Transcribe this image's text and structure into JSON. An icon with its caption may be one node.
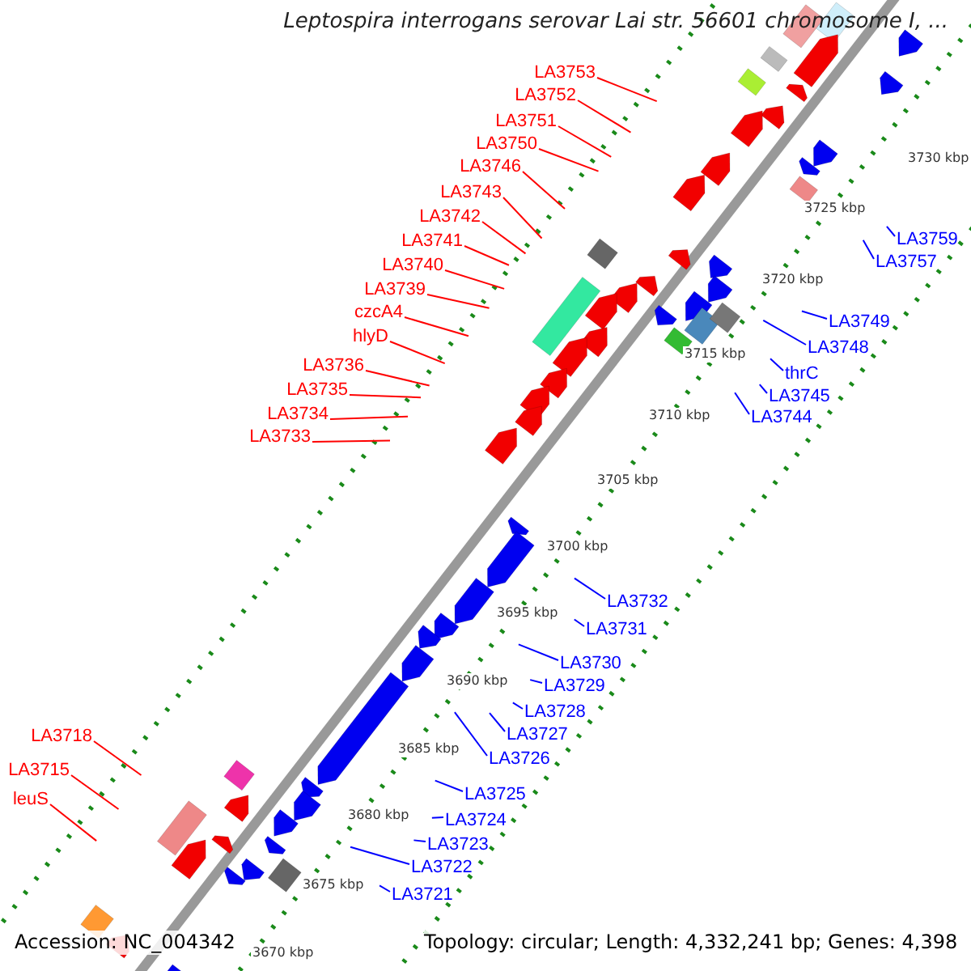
{
  "diagram": {
    "title": "Leptospira interrogans serovar Lai str. 56601 chromosome I, ...",
    "nodes": [
      {
        "text": [
          "LA3753"
        ]
      },
      {
        "text": [
          "LA3752"
        ]
      },
      {
        "text": [
          "LA3751"
        ]
      },
      {
        "text": [
          "LA3750"
        ]
      },
      {
        "text": [
          "LA3746"
        ]
      },
      {
        "text": [
          "LA3743"
        ]
      },
      {
        "text": [
          "LA3742"
        ]
      },
      {
        "text": [
          "LA3741"
        ]
      },
      {
        "text": [
          "LA3740"
        ]
      },
      {
        "text": [
          "LA3739"
        ]
      },
      {
        "text": [
          "czcA4"
        ]
      },
      {
        "text": [
          "hlyD"
        ]
      },
      {
        "text": [
          "LA3736"
        ]
      },
      {
        "text": [
          "LA3735"
        ]
      },
      {
        "text": [
          "LA3734"
        ]
      },
      {
        "text": [
          "LA3733"
        ]
      },
      {
        "text": [
          "LA3718"
        ]
      },
      {
        "text": [
          "LA3715"
        ]
      },
      {
        "text": [
          "leuS"
        ]
      },
      {
        "text": [
          "LA3759"
        ]
      },
      {
        "text": [
          "LA3757"
        ]
      },
      {
        "text": [
          "LA3749"
        ]
      },
      {
        "text": [
          "LA3748"
        ]
      },
      {
        "text": [
          "thrC"
        ]
      },
      {
        "text": [
          "LA3745"
        ]
      },
      {
        "text": [
          "LA3744"
        ]
      },
      {
        "text": [
          "LA3732"
        ]
      },
      {
        "text": [
          "LA3731"
        ]
      },
      {
        "text": [
          "LA3730"
        ]
      },
      {
        "text": [
          "LA3729"
        ]
      },
      {
        "text": [
          "LA3728"
        ]
      },
      {
        "text": [
          "LA3727"
        ]
      },
      {
        "text": [
          "LA3726"
        ]
      },
      {
        "text": [
          "LA3725"
        ]
      },
      {
        "text": [
          "LA3724"
        ]
      },
      {
        "text": [
          "LA3723"
        ]
      },
      {
        "text": [
          "LA3722"
        ]
      },
      {
        "text": [
          "LA3721"
        ]
      }
    ],
    "edges": [
      {
        "from": 0,
        "to": null,
        "arrow": "none"
      },
      {
        "from": 1,
        "to": null,
        "arrow": "none"
      },
      {
        "from": 2,
        "to": null,
        "arrow": "none"
      },
      {
        "from": 3,
        "to": null,
        "arrow": "none"
      },
      {
        "from": 4,
        "to": null,
        "arrow": "none"
      },
      {
        "from": 5,
        "to": null,
        "arrow": "none"
      },
      {
        "from": 6,
        "to": null,
        "arrow": "none"
      },
      {
        "from": 7,
        "to": null,
        "arrow": "none"
      },
      {
        "from": 8,
        "to": null,
        "arrow": "none"
      },
      {
        "from": 9,
        "to": null,
        "arrow": "none"
      },
      {
        "from": 10,
        "to": null,
        "arrow": "none"
      },
      {
        "from": 11,
        "to": null,
        "arrow": "none"
      },
      {
        "from": 12,
        "to": null,
        "arrow": "none"
      },
      {
        "from": 13,
        "to": null,
        "arrow": "none"
      },
      {
        "from": 14,
        "to": null,
        "arrow": "none"
      },
      {
        "from": 15,
        "to": null,
        "arrow": "none"
      },
      {
        "from": 16,
        "to": null,
        "arrow": "none"
      },
      {
        "from": 17,
        "to": null,
        "arrow": "none"
      },
      {
        "from": 18,
        "to": null,
        "arrow": "none"
      },
      {
        "from": 19,
        "to": null,
        "arrow": "none",
        "color": "#0000ff"
      },
      {
        "from": 20,
        "to": null,
        "arrow": "none",
        "color": "#0000ff"
      },
      {
        "from": 21,
        "to": null,
        "arrow": "none",
        "color": "#0000ff"
      },
      {
        "from": 22,
        "to": null,
        "arrow": "none",
        "color": "#0000ff"
      },
      {
        "from": 23,
        "to": null,
        "arrow": "none",
        "color": "#0000ff"
      },
      {
        "from": 24,
        "to": null,
        "arrow": "none",
        "color": "#0000ff"
      },
      {
        "from": 25,
        "to": null,
        "arrow": "none",
        "color": "#0000ff"
      },
      {
        "from": 26,
        "to": null,
        "arrow": "none",
        "color": "#0000ff"
      },
      {
        "from": 27,
        "to": null,
        "arrow": "none",
        "color": "#0000ff"
      },
      {
        "from": 28,
        "to": null,
        "arrow": "none",
        "color": "#0000ff"
      },
      {
        "from": 29,
        "to": null,
        "arrow": "none",
        "color": "#0000ff"
      },
      {
        "from": 30,
        "to": null,
        "arrow": "none",
        "color": "#0000ff"
      },
      {
        "from": 31,
        "to": null,
        "arrow": "none",
        "color": "#0000ff"
      },
      {
        "from": 32,
        "to": null,
        "arrow": "none",
        "color": "#0000ff"
      },
      {
        "from": 33,
        "to": null,
        "arrow": "none",
        "color": "#0000ff"
      },
      {
        "from": 34,
        "to": null,
        "arrow": "none",
        "color": "#0000ff"
      },
      {
        "from": 35,
        "to": null,
        "arrow": "none",
        "color": "#0000ff"
      },
      {
        "from": 36,
        "to": null,
        "arrow": "none",
        "color": "#0000ff"
      },
      {
        "from": 37,
        "to": null,
        "arrow": "none",
        "color": "#0000ff"
      }
    ],
    "labels": [
      "3730 kbp",
      "3725 kbp",
      "3720 kbp",
      "3715 kbp",
      "3710 kbp",
      "3705 kbp",
      "3700 kbp",
      "3695 kbp",
      "3690 kbp",
      "3685 kbp",
      "3680 kbp",
      "3675 kbp",
      "3670 kbp",
      "Accession: NC_004342",
      "Topology: circular; Length: 4,332,241 bp; Genes: 4,398"
    ]
  }
}
